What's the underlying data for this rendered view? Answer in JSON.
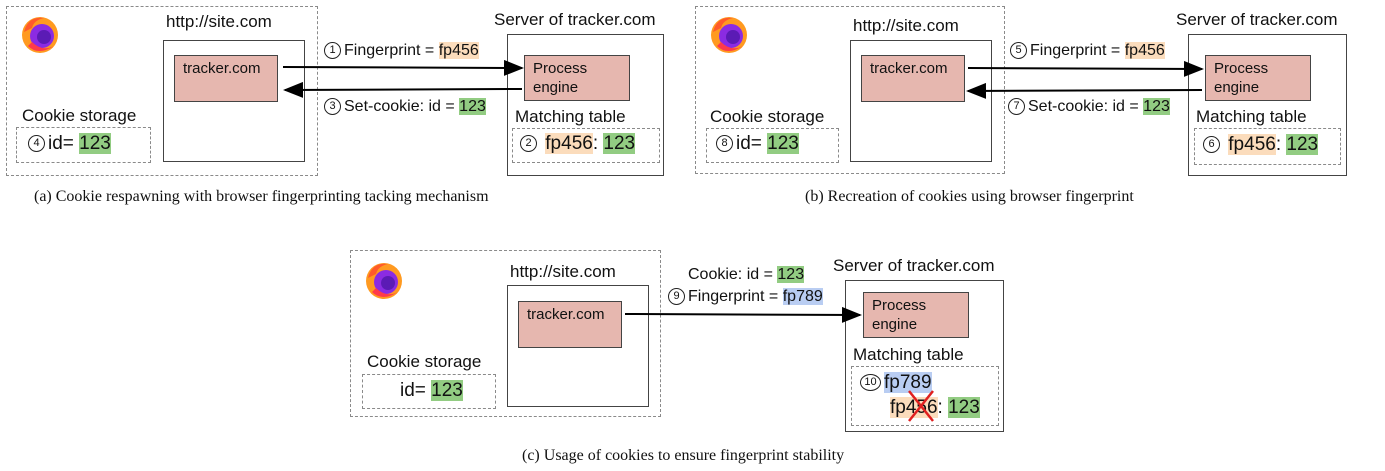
{
  "panel_a": {
    "site_label": "http://site.com",
    "server_label": "Server of tracker.com",
    "tracker_box": "tracker.com",
    "process_box": "Process\nengine",
    "cookie_storage_label": "Cookie storage",
    "cookie_storage_step": "4",
    "cookie_id_prefix": "id=",
    "cookie_id_value": "123",
    "matching_table_label": "Matching table",
    "table_step": "2",
    "table_fp": "fp456",
    "table_sep": ":",
    "table_id": "123",
    "arrow1_step": "1",
    "arrow1_text": "Fingerprint = ",
    "arrow1_value": "fp456",
    "arrow2_step": "3",
    "arrow2_text": "Set-cookie: id = ",
    "arrow2_value": "123",
    "caption": "(a) Cookie respawning with browser fingerprinting tacking mechanism"
  },
  "panel_b": {
    "site_label": "http://site.com",
    "server_label": "Server of tracker.com",
    "tracker_box": "tracker.com",
    "process_box": "Process\nengine",
    "cookie_storage_label": "Cookie storage",
    "cookie_storage_step": "8",
    "cookie_id_prefix": "id=",
    "cookie_id_value": "123",
    "matching_table_label": "Matching table",
    "table_step": "6",
    "table_fp": "fp456",
    "table_sep": ":",
    "table_id": "123",
    "arrow1_step": "5",
    "arrow1_text": "Fingerprint = ",
    "arrow1_value": "fp456",
    "arrow2_step": "7",
    "arrow2_text": "Set-cookie: id = ",
    "arrow2_value": "123",
    "caption": "(b) Recreation of cookies using browser fingerprint"
  },
  "panel_c": {
    "site_label": "http://site.com",
    "server_label": "Server of tracker.com",
    "tracker_box": "tracker.com",
    "process_box": "Process\nengine",
    "cookie_storage_label": "Cookie storage",
    "cookie_id_prefix": "id=",
    "cookie_id_value": "123",
    "matching_table_label": "Matching table",
    "table_step": "10",
    "table_new_fp": "fp789",
    "table_old_fp": "fp456",
    "table_sep": ":",
    "table_id": "123",
    "arrow_cookie_text": "Cookie: id = ",
    "arrow_cookie_value": "123",
    "arrow_step": "9",
    "arrow_fp_text": "Fingerprint = ",
    "arrow_fp_value": "fp789",
    "caption": "(c) Usage of cookies to ensure fingerprint stability"
  },
  "colors": {
    "fingerprint_old_highlight": "#fbdcbc",
    "fingerprint_new_highlight": "#b9cdf2",
    "id_highlight": "#92cc82",
    "process_box_fill": "#e6b7af",
    "cross_mark": "#e02020"
  },
  "icons": [
    "firefox-logo-icon"
  ]
}
